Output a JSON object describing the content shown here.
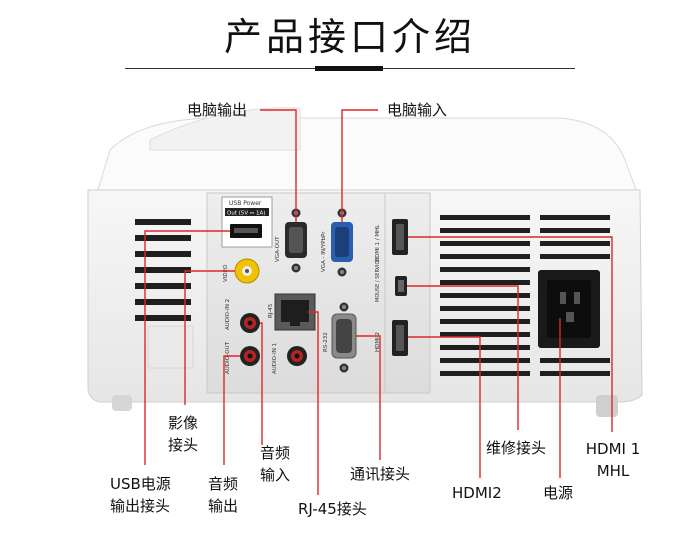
{
  "title": "产品接口介绍",
  "labels": {
    "pc_out": "电脑输出",
    "pc_in": "电脑输入",
    "video": [
      "影像",
      "接头"
    ],
    "usb": [
      "USB电源",
      "输出接头"
    ],
    "audio_out": [
      "音频",
      "输出"
    ],
    "audio_in": [
      "音频",
      "输入"
    ],
    "rj45": "RJ-45接头",
    "rs232": "通讯接头",
    "hdmi2": "HDMI2",
    "service": "维修接头",
    "power": "电源",
    "hdmi1": [
      "HDMI 1",
      "MHL"
    ]
  },
  "panel_text": {
    "usb_power": "USB Power",
    "usb_rating": "Out (5V ⎓ 1A)",
    "vga_out": "VGA-OUT",
    "vga_in": "VGA - IN/YPbPr",
    "video": "VIDEO",
    "rj45": "RJ-45",
    "audio_in2": "AUDIO-IN 2",
    "audio_out": "AUDIO-OUT",
    "audio_in1": "AUDIO-IN 1",
    "rs232": "RS-232",
    "hdmi1": "HDMI 1 / MHL",
    "service": "MOUSE / SERVICE",
    "hdmi2": "HDMI 2"
  },
  "colors": {
    "leader": "#e0262a",
    "video_jack": "#f2c200",
    "vga_in_blue": "#2a5fb0"
  }
}
